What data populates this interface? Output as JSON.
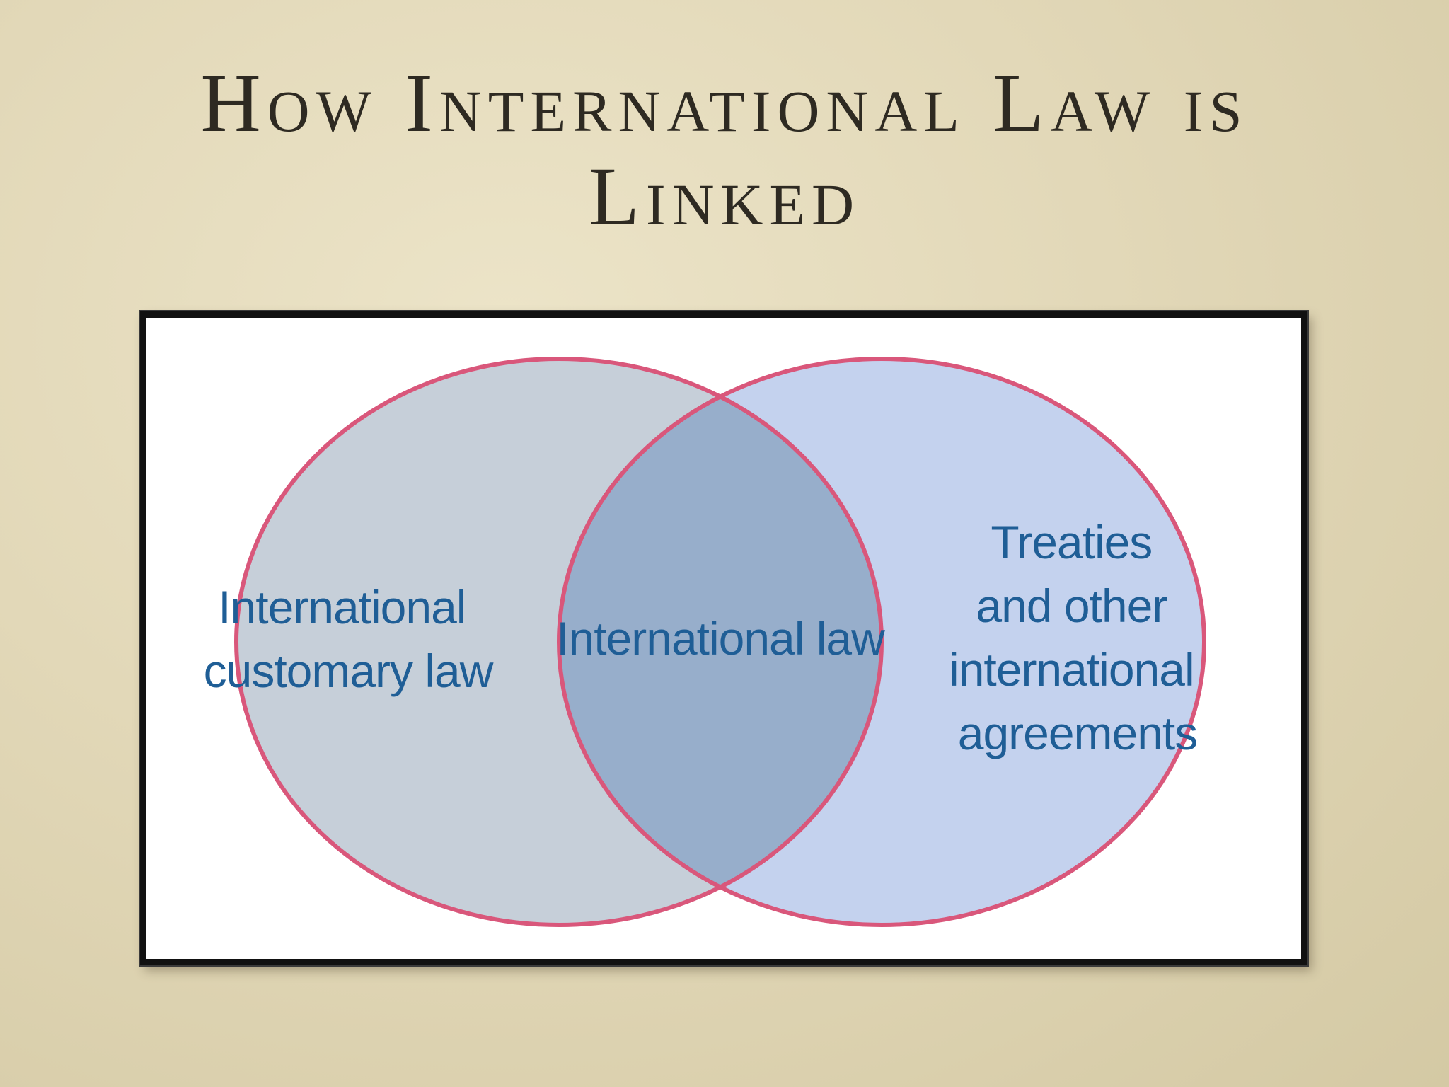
{
  "slide": {
    "title_line1": "How International Law is",
    "title_line2": "Linked"
  },
  "venn": {
    "left_label": [
      "International",
      "customary law"
    ],
    "center_label": [
      "International law"
    ],
    "right_label": [
      "Treaties",
      "and other",
      "international",
      "agreements"
    ]
  },
  "colors": {
    "left_fill": "#c6cfd9",
    "right_fill": "#c4d2ee",
    "overlap_fill": "#97aecb",
    "outline": "#d9577b",
    "label_text": "#1f5e96",
    "title_text": "#2e2a22"
  }
}
